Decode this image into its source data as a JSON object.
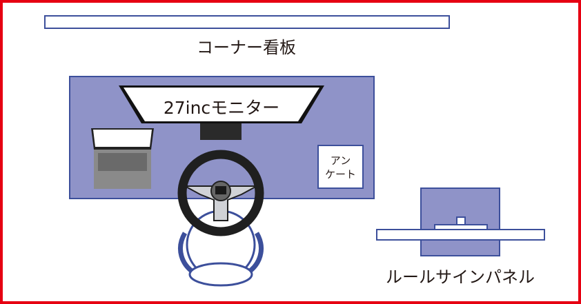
{
  "labels": {
    "corner_sign": "コーナー看板",
    "monitor": "27incモニター",
    "survey": [
      "アン",
      "ケート"
    ],
    "rule_sign_panel": "ルールサインパネル"
  },
  "colors": {
    "frame": "#e60012",
    "desk_fill": "#8f93c8",
    "outline": "#3c4f9b"
  }
}
